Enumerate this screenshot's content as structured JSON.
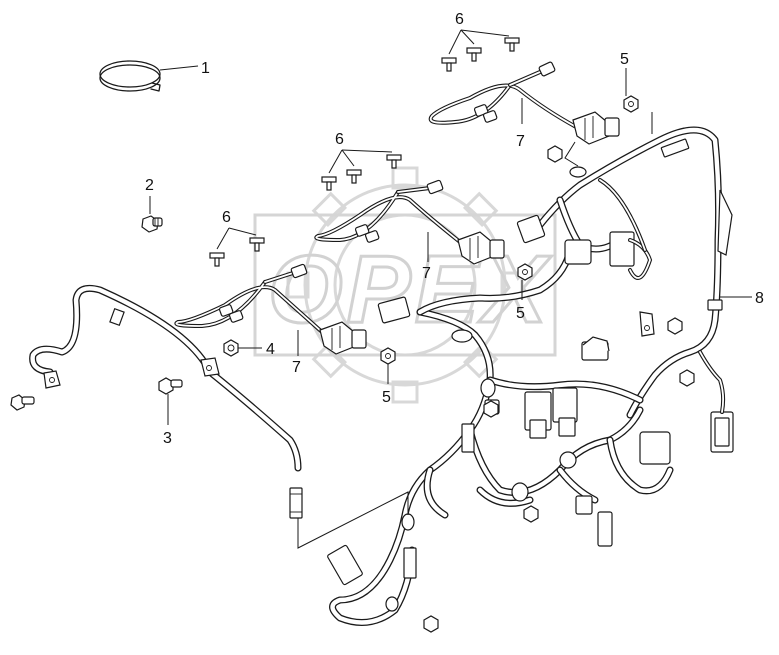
{
  "watermark": {
    "text": "OPEX"
  },
  "callouts": [
    {
      "id": "c1",
      "label": "1"
    },
    {
      "id": "c2",
      "label": "2"
    },
    {
      "id": "c3",
      "label": "3"
    },
    {
      "id": "c4",
      "label": "4"
    },
    {
      "id": "c5a",
      "label": "5"
    },
    {
      "id": "c5b",
      "label": "5"
    },
    {
      "id": "c5c",
      "label": "5"
    },
    {
      "id": "c6a",
      "label": "6"
    },
    {
      "id": "c6b",
      "label": "6"
    },
    {
      "id": "c6c",
      "label": "6"
    },
    {
      "id": "c7a",
      "label": "7"
    },
    {
      "id": "c7b",
      "label": "7"
    },
    {
      "id": "c7c",
      "label": "7"
    },
    {
      "id": "c8",
      "label": "8"
    }
  ]
}
